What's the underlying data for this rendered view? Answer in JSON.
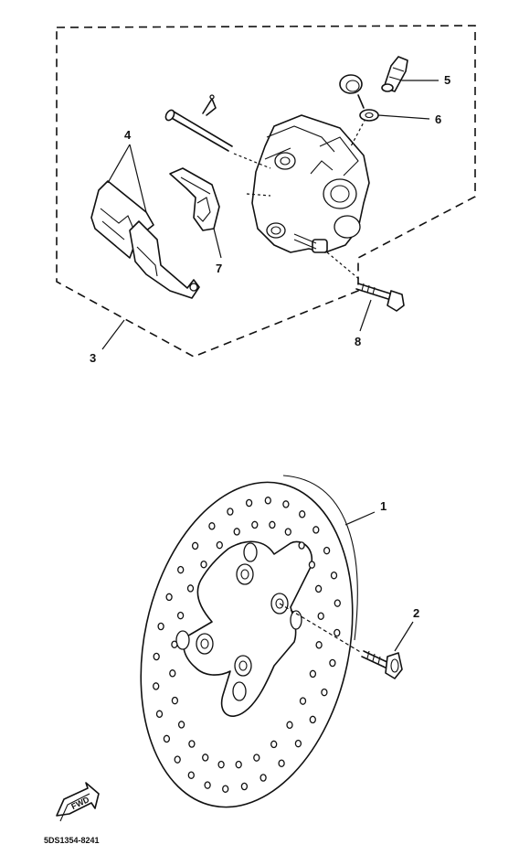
{
  "callouts": [
    {
      "id": "1",
      "text": "1"
    },
    {
      "id": "2",
      "text": "2"
    },
    {
      "id": "3",
      "text": "3"
    },
    {
      "id": "4",
      "text": "4"
    },
    {
      "id": "5",
      "text": "5"
    },
    {
      "id": "6",
      "text": "6"
    },
    {
      "id": "7",
      "text": "7"
    },
    {
      "id": "8",
      "text": "8"
    }
  ],
  "fwd_label": "FWD",
  "part_code": "5DS1354-8241"
}
